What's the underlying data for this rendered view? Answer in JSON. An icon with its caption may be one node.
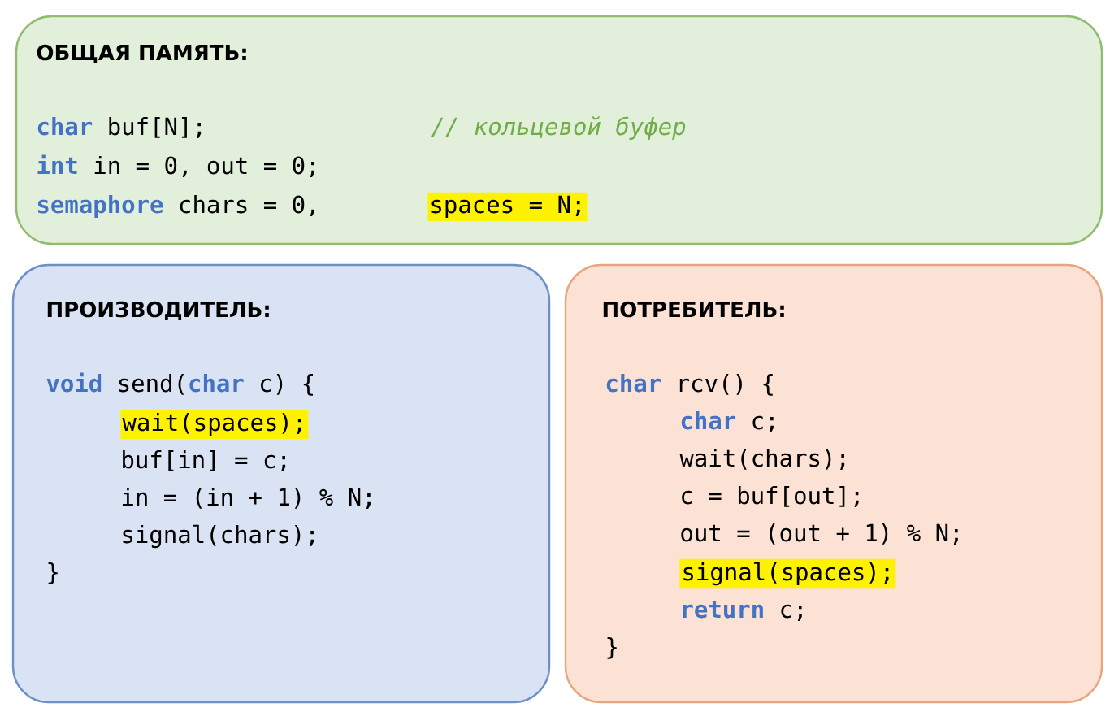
{
  "diagram": {
    "nodes": [
      {
        "text": [
          "ОБЩАЯ ПАМЯТЬ:",
          "**char** buf[N];",
          "// кольцевой буфер",
          "**int**  in = 0, out = 0;",
          "**semaphore** chars = 0,",
          "spaces = N;"
        ]
      },
      {
        "text": [
          "ПРОИЗВОДИТЕЛЬ:",
          "**void** send(**char** c) {",
          "wait(spaces);",
          "buf[in] = c;",
          "in = (in + 1) % N;",
          "signal(chars);",
          "}"
        ]
      },
      {
        "text": [
          "ПОТРЕБИТЕЛЬ:",
          "**char** rcv() {",
          "**char** c;",
          "wait(chars);",
          "c = buf[out];",
          "out = (out + 1) % N;",
          "signal(spaces);",
          "**return** c;",
          "}"
        ]
      }
    ]
  }
}
